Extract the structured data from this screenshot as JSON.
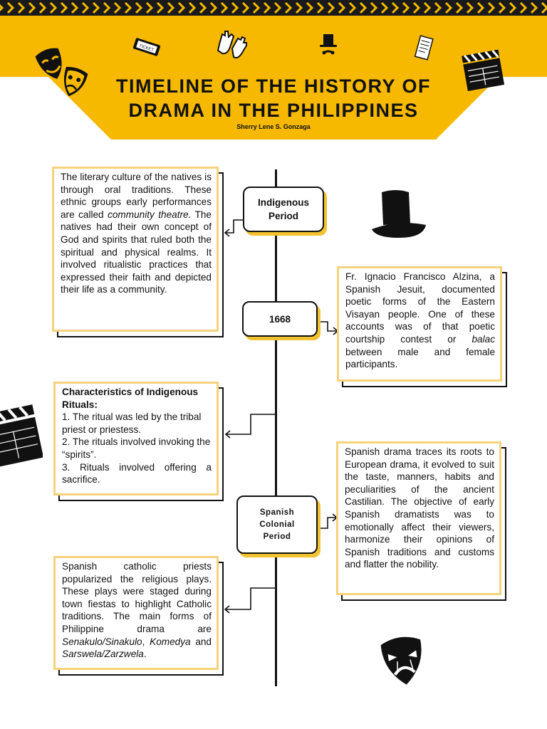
{
  "header": {
    "title_line1": "TIMELINE OF THE HISTORY OF",
    "title_line2": "DRAMA IN THE PHILIPPINES",
    "author": "Sherry Lene S. Gonzaga",
    "ticket_text": "TICKET"
  },
  "timeline": {
    "nodes": [
      {
        "line1": "Indigenous",
        "line2": "Period"
      },
      {
        "label": "1668"
      },
      {
        "line1": "Spanish",
        "line2": "Colonial",
        "line3": "Period"
      }
    ]
  },
  "cards": {
    "literary": {
      "t1": "The literary culture of the natives is through oral traditions. These ethnic groups early performances are called ",
      "t1_em": "community theatre.",
      "t2": " The natives had their own concept of God and spirits that ruled both the spiritual and physical realms. It involved ritualistic practices that expressed their faith and depicted their life as a community."
    },
    "alzina": {
      "t1": "Fr. Ignacio Francisco Alzina, a Spanish Jesuit, documented poetic forms of the Eastern Visayan people. One of these accounts was of that poetic courtship contest or ",
      "t1_em": "balac",
      "t2": " between male and female participants."
    },
    "characteristics": {
      "heading": "Characteristics of Indigenous Rituals:",
      "items": [
        "1. The ritual was led by the tribal priest or priestess.",
        "2. The rituals involved invoking the “spirits”.",
        "3. Rituals involved offering a sacrifice."
      ]
    },
    "spanish_drama": {
      "text": "Spanish drama traces its roots to European drama, it evolved to suit the taste, manners, habits and peculiarities of the ancient Castilian. The objective of early Spanish dramatists was to emotionally affect their viewers, harmonize their opinions of Spanish traditions and customs and flatter the nobility."
    },
    "religious": {
      "t1": "Spanish catholic priests popularized the religious plays. These plays were staged during town fiestas to highlight Catholic traditions. The main forms of Philippine drama are ",
      "em1": "Senakulo/Sinakulo",
      "sep": ", ",
      "em2": "Komedya",
      "and": " and ",
      "em3": "Sarswela/Zarzwela",
      "end": "."
    }
  },
  "colors": {
    "accent": "#f6b900",
    "card_border": "#f6d27a",
    "shadow": "#f2c230",
    "ink": "#111111"
  },
  "icons": [
    "theater-masks-icon",
    "ticket-icon",
    "gloves-icon",
    "magician-hat-icon",
    "scroll-icon",
    "clapperboard-icon",
    "top-hat-icon"
  ]
}
